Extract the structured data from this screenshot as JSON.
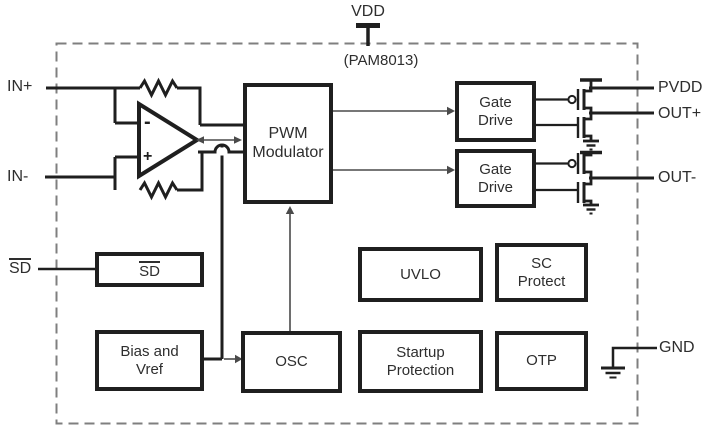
{
  "chip": {
    "name_label": "(PAM8013)"
  },
  "pins": {
    "vdd": "VDD",
    "in_plus": "IN+",
    "in_minus": "IN-",
    "sd": "SD",
    "pvdd": "PVDD",
    "out_plus": "OUT+",
    "out_minus": "OUT-",
    "gnd": "GND"
  },
  "blocks": {
    "pwm_modulator": "PWM\nModulator",
    "gate_drive_top": "Gate\nDrive",
    "gate_drive_bottom": "Gate\nDrive",
    "uvlo": "UVLO",
    "sc_protect": "SC\nProtect",
    "startup_protection": "Startup\nProtection",
    "otp": "OTP",
    "shutdown": "SD",
    "bias_vref": "Bias and\nVref",
    "osc": "OSC"
  },
  "opamp": {
    "inverting_label": "-",
    "noninverting_label": "+"
  },
  "colors": {
    "wire": "#1f1f1f",
    "dashed_border": "#7f7f7f",
    "thin_arrow": "#4a4a4a",
    "text": "#2e2e2e",
    "background": "#ffffff"
  }
}
